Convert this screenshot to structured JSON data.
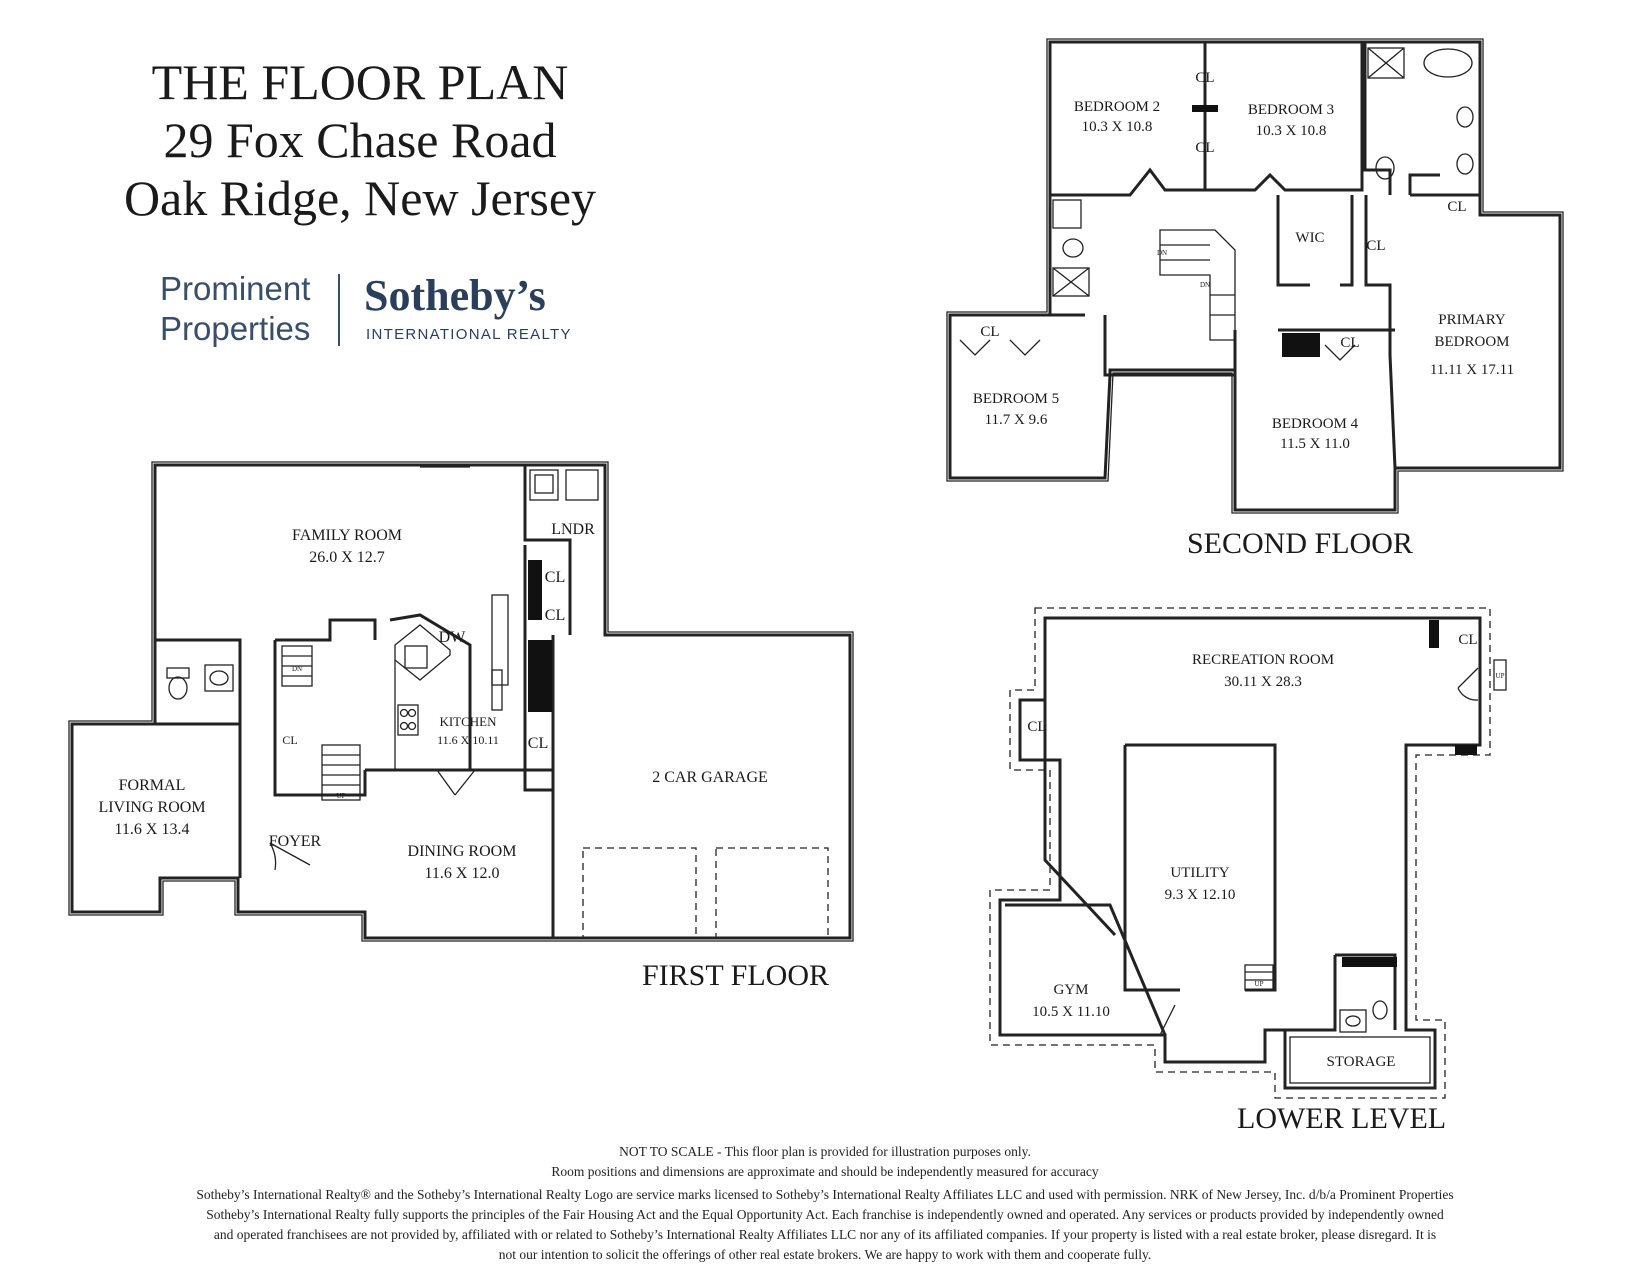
{
  "header": {
    "line1": "THE FLOOR PLAN",
    "line2": "29 Fox Chase Road",
    "line3": "Oak Ridge, New Jersey"
  },
  "logo": {
    "word1": "Prominent",
    "word2": "Properties",
    "brand": "Sotheby’s",
    "sub": "INTERNATIONAL REALTY"
  },
  "first_floor": {
    "title": "FIRST FLOOR",
    "rooms": {
      "family_room": {
        "name": "FAMILY ROOM",
        "dims": "26.0 X 12.7"
      },
      "lndr": "LNDR",
      "kitchen": {
        "name": "KITCHEN",
        "dims": "11.6 X 10.11"
      },
      "formal_living": {
        "line1": "FORMAL",
        "line2": "LIVING ROOM",
        "dims": "11.6 X 13.4"
      },
      "foyer": "FOYER",
      "dining_room": {
        "name": "DINING ROOM",
        "dims": "11.6 X 12.0"
      },
      "garage": "2 CAR GARAGE"
    },
    "fixtures": {
      "cl": "CL",
      "dw": "DW",
      "dn": "DN",
      "up": "UP"
    }
  },
  "second_floor": {
    "title": "SECOND FLOOR",
    "rooms": {
      "bedroom2": {
        "name": "BEDROOM 2",
        "dims": "10.3 X 10.8"
      },
      "bedroom3": {
        "name": "BEDROOM 3",
        "dims": "10.3 X 10.8"
      },
      "wic": "WIC",
      "primary": {
        "line1": "PRIMARY",
        "line2": "BEDROOM",
        "dims": "11.11 X 17.11"
      },
      "bedroom5": {
        "name": "BEDROOM 5",
        "dims": "11.7 X 9.6"
      },
      "bedroom4": {
        "name": "BEDROOM 4",
        "dims": "11.5 X 11.0"
      }
    },
    "fixtures": {
      "cl": "CL",
      "dn": "DN"
    }
  },
  "lower_level": {
    "title": "LOWER LEVEL",
    "rooms": {
      "recreation": {
        "name": "RECREATION ROOM",
        "dims": "30.11 X 28.3"
      },
      "utility": {
        "name": "UTILITY",
        "dims": "9.3 X 12.10"
      },
      "gym": {
        "name": "GYM",
        "dims": "10.5 X 11.10"
      },
      "storage": "STORAGE"
    },
    "fixtures": {
      "cl": "CL",
      "up": "UP"
    }
  },
  "footer": {
    "line1": "NOT TO SCALE - This floor plan is provided for illustration purposes only.",
    "line2": "Room positions and dimensions are approximate and should be independently measured for accuracy",
    "line3": "Sotheby’s International Realty® and the Sotheby’s International Realty Logo are service marks licensed to Sotheby’s International Realty Affiliates LLC and used with permission. NRK of New Jersey, Inc. d/b/a Prominent Properties",
    "line4": "Sotheby’s International Realty fully supports the principles of the Fair Housing Act and the Equal Opportunity Act. Each franchise is independently owned and operated. Any services or products provided by independently owned",
    "line5": "and operated franchisees are not provided by, affiliated with or related to Sotheby’s International Realty Affiliates LLC nor any of its affiliated companies. If your property is listed with a real estate broker, please disregard. It is",
    "line6": "not our intention to solicit the offerings of other real estate brokers. We are happy to work with them and cooperate fully."
  }
}
